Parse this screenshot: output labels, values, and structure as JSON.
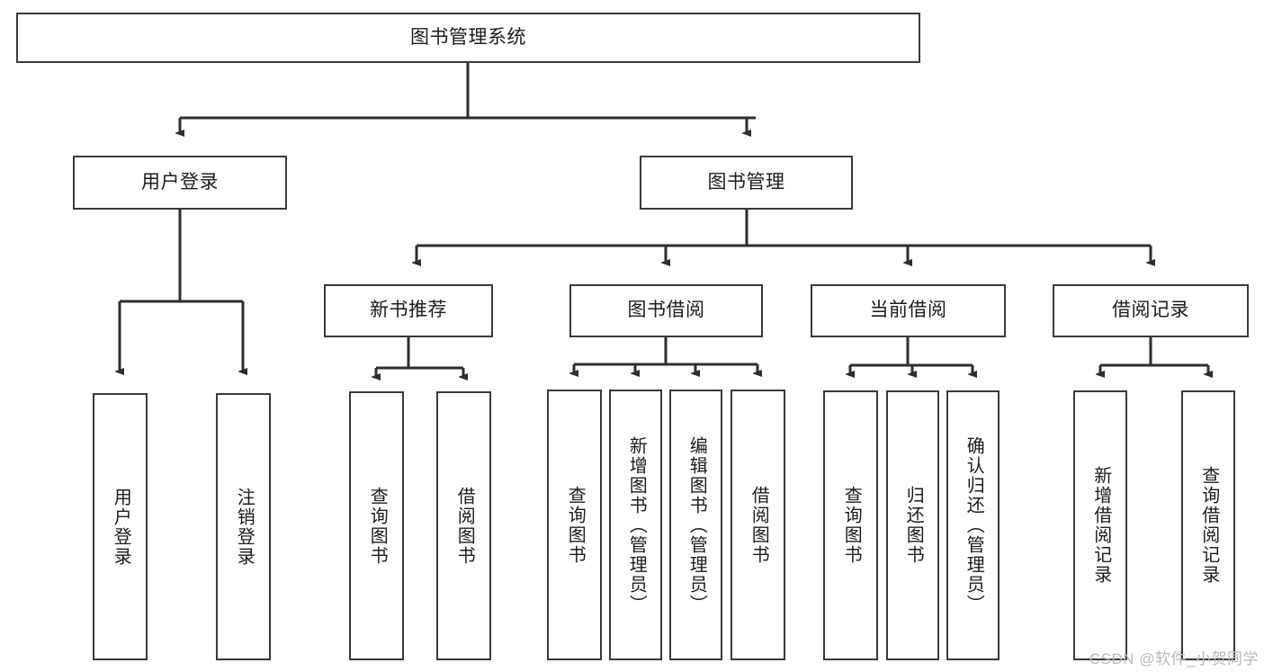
{
  "diagram": {
    "type": "hierarchy-tree",
    "title": "图书管理系统",
    "watermark": "CSDN @软件_小贺同学",
    "colors": {
      "stroke": "#3a3a3a",
      "fill": "#ffffff",
      "text": "#1c1c1c",
      "watermark": "#b9b9b9"
    },
    "nodes": {
      "root": {
        "label": "图书管理系统"
      },
      "level2": [
        {
          "id": "user-login",
          "label": "用户登录"
        },
        {
          "id": "book-manage",
          "label": "图书管理"
        }
      ],
      "level3": [
        {
          "id": "new-book-rec",
          "label": "新书推荐"
        },
        {
          "id": "book-borrow",
          "label": "图书借阅"
        },
        {
          "id": "current-borrow",
          "label": "当前借阅"
        },
        {
          "id": "borrow-record",
          "label": "借阅记录"
        }
      ],
      "leaves": {
        "user-login": [
          {
            "id": "leaf-user-login",
            "label": "用户登录"
          },
          {
            "id": "leaf-user-logout",
            "label": "注销登录"
          }
        ],
        "new-book-rec": [
          {
            "id": "leaf-query-book-1",
            "label": "查询图书"
          },
          {
            "id": "leaf-borrow-book-1",
            "label": "借阅图书"
          }
        ],
        "book-borrow": [
          {
            "id": "leaf-query-book-2",
            "label": "查询图书"
          },
          {
            "id": "leaf-add-book",
            "label": "新增图书（管理员）"
          },
          {
            "id": "leaf-edit-book",
            "label": "编辑图书（管理员）"
          },
          {
            "id": "leaf-borrow-book-2",
            "label": "借阅图书"
          }
        ],
        "current-borrow": [
          {
            "id": "leaf-query-book-3",
            "label": "查询图书"
          },
          {
            "id": "leaf-return-book",
            "label": "归还图书"
          },
          {
            "id": "leaf-confirm-return",
            "label": "确认归还（管理员）"
          }
        ],
        "borrow-record": [
          {
            "id": "leaf-add-record",
            "label": "新增借阅记录"
          },
          {
            "id": "leaf-query-record",
            "label": "查询借阅记录"
          }
        ]
      }
    }
  }
}
